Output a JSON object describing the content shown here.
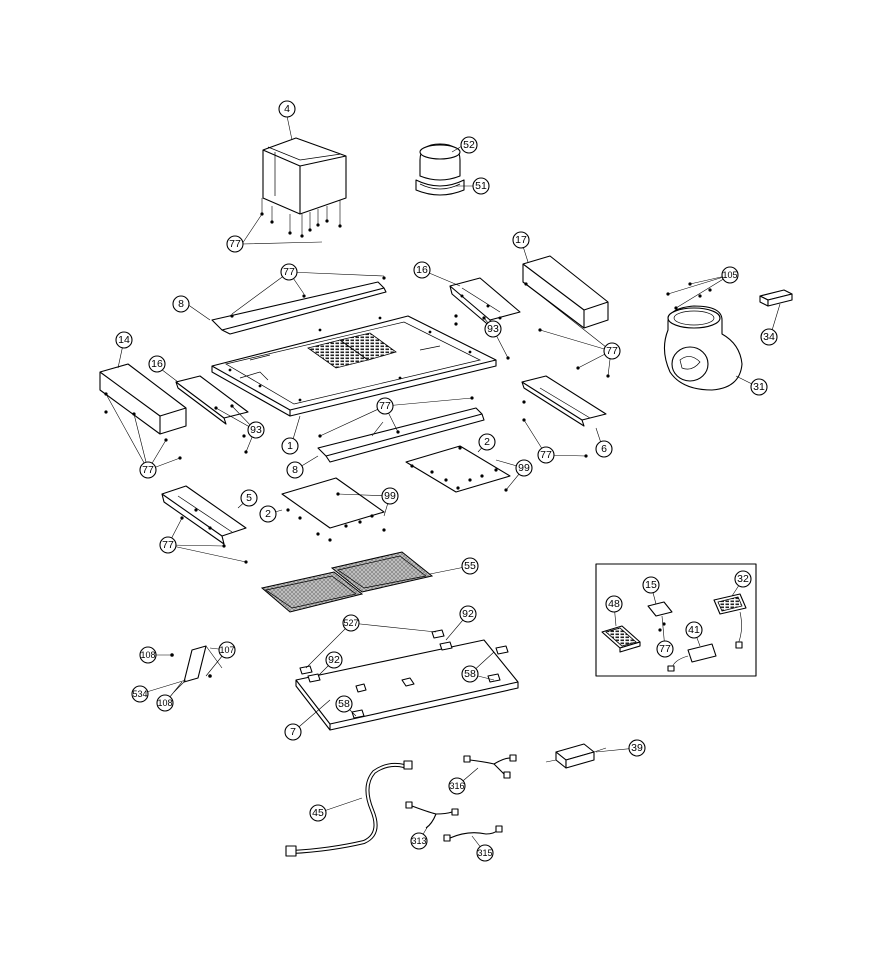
{
  "diagram": {
    "callouts": [
      {
        "id": "c4",
        "label": "4"
      },
      {
        "id": "c52",
        "label": "52"
      },
      {
        "id": "c51",
        "label": "51"
      },
      {
        "id": "c77_top",
        "label": "77"
      },
      {
        "id": "c17",
        "label": "17"
      },
      {
        "id": "c16_r",
        "label": "16"
      },
      {
        "id": "c77_a",
        "label": "77"
      },
      {
        "id": "c8_top",
        "label": "8"
      },
      {
        "id": "c93_r",
        "label": "93"
      },
      {
        "id": "c105",
        "label": "105"
      },
      {
        "id": "c34",
        "label": "34"
      },
      {
        "id": "c77_r",
        "label": "77"
      },
      {
        "id": "c31",
        "label": "31"
      },
      {
        "id": "c14",
        "label": "14"
      },
      {
        "id": "c16_l",
        "label": "16"
      },
      {
        "id": "c93_l",
        "label": "93"
      },
      {
        "id": "c77_b",
        "label": "77"
      },
      {
        "id": "c1",
        "label": "1"
      },
      {
        "id": "c8_mid",
        "label": "8"
      },
      {
        "id": "c77_l",
        "label": "77"
      },
      {
        "id": "c2_r",
        "label": "2"
      },
      {
        "id": "c99_r",
        "label": "99"
      },
      {
        "id": "c77_c",
        "label": "77"
      },
      {
        "id": "c6",
        "label": "6"
      },
      {
        "id": "c5",
        "label": "5"
      },
      {
        "id": "c99_l",
        "label": "99"
      },
      {
        "id": "c2_l",
        "label": "2"
      },
      {
        "id": "c77_d",
        "label": "77"
      },
      {
        "id": "c55",
        "label": "55"
      },
      {
        "id": "c15",
        "label": "15"
      },
      {
        "id": "c32",
        "label": "32"
      },
      {
        "id": "c48",
        "label": "48"
      },
      {
        "id": "c41",
        "label": "41"
      },
      {
        "id": "c77_box",
        "label": "77"
      },
      {
        "id": "c527",
        "label": "527"
      },
      {
        "id": "c92_t",
        "label": "92"
      },
      {
        "id": "c92_l",
        "label": "92"
      },
      {
        "id": "c58_r",
        "label": "58"
      },
      {
        "id": "c58_l",
        "label": "58"
      },
      {
        "id": "c7",
        "label": "7"
      },
      {
        "id": "c108_t",
        "label": "108"
      },
      {
        "id": "c107",
        "label": "107"
      },
      {
        "id": "c534",
        "label": "534"
      },
      {
        "id": "c108_b",
        "label": "108"
      },
      {
        "id": "c39",
        "label": "39"
      },
      {
        "id": "c316",
        "label": "316"
      },
      {
        "id": "c45",
        "label": "45"
      },
      {
        "id": "c313",
        "label": "313"
      },
      {
        "id": "c315",
        "label": "315"
      }
    ]
  }
}
